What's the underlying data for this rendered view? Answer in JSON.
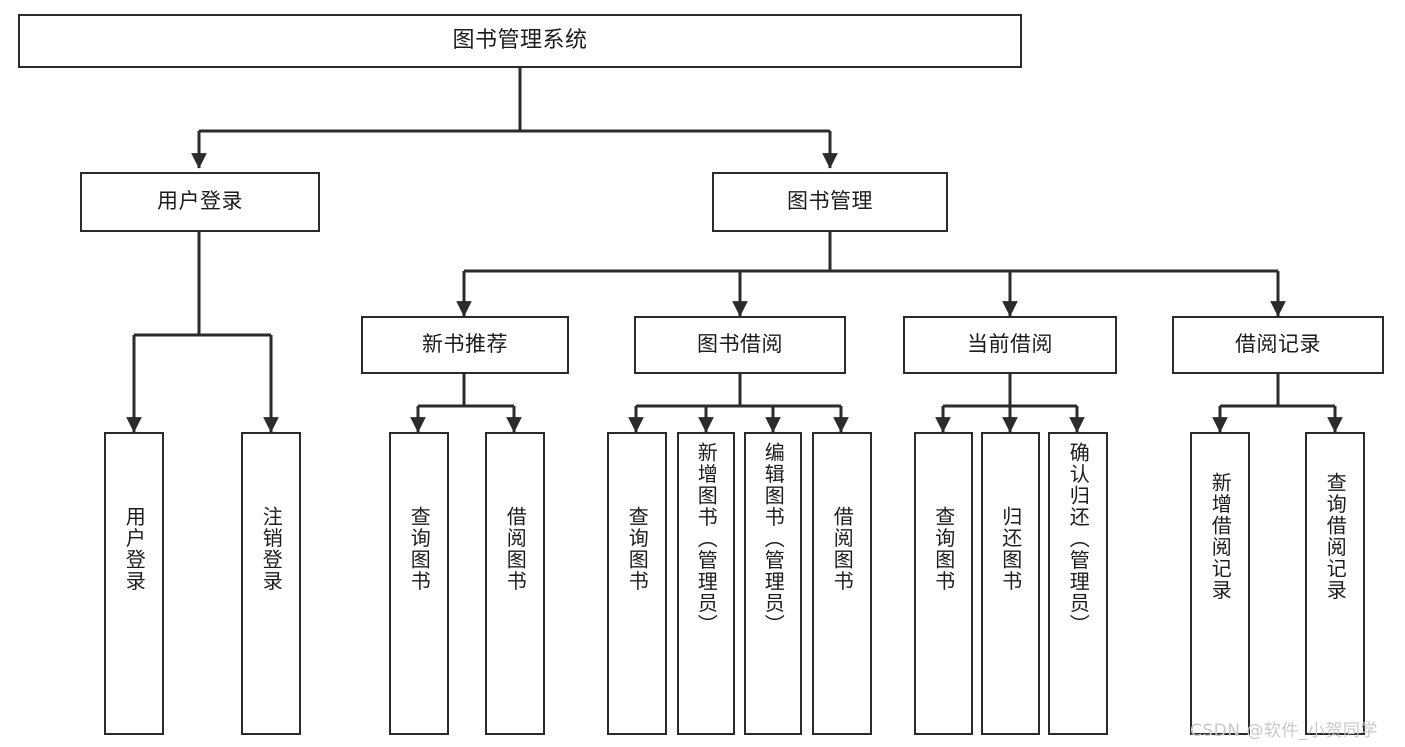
{
  "diagram": {
    "type": "hierarchy-tree",
    "background_color": "#ffffff",
    "line_color": "#2b2b2b",
    "text_color": "#1c1c1c",
    "root": {
      "label": "图书管理系统"
    },
    "level2": [
      {
        "label": "用户登录"
      },
      {
        "label": "图书管理"
      }
    ],
    "level3": [
      {
        "label": "新书推荐"
      },
      {
        "label": "图书借阅"
      },
      {
        "label": "当前借阅"
      },
      {
        "label": "借阅记录"
      }
    ],
    "leaves": [
      {
        "label": "用户登录",
        "parent": "用户登录"
      },
      {
        "label": "注销登录",
        "parent": "用户登录"
      },
      {
        "label": "查询图书",
        "parent": "新书推荐"
      },
      {
        "label": "借阅图书",
        "parent": "新书推荐"
      },
      {
        "label": "查询图书",
        "parent": "图书借阅"
      },
      {
        "label": "新增图书（管理员）",
        "parent": "图书借阅"
      },
      {
        "label": "编辑图书（管理员）",
        "parent": "图书借阅"
      },
      {
        "label": "借阅图书",
        "parent": "图书借阅"
      },
      {
        "label": "查询图书",
        "parent": "当前借阅"
      },
      {
        "label": "归还图书",
        "parent": "当前借阅"
      },
      {
        "label": "确认归还（管理员）",
        "parent": "当前借阅"
      },
      {
        "label": "新增借阅记录",
        "parent": "借阅记录"
      },
      {
        "label": "查询借阅记录",
        "parent": "借阅记录"
      }
    ]
  },
  "watermark": {
    "text": "CSDN @软件_小贺同学"
  }
}
